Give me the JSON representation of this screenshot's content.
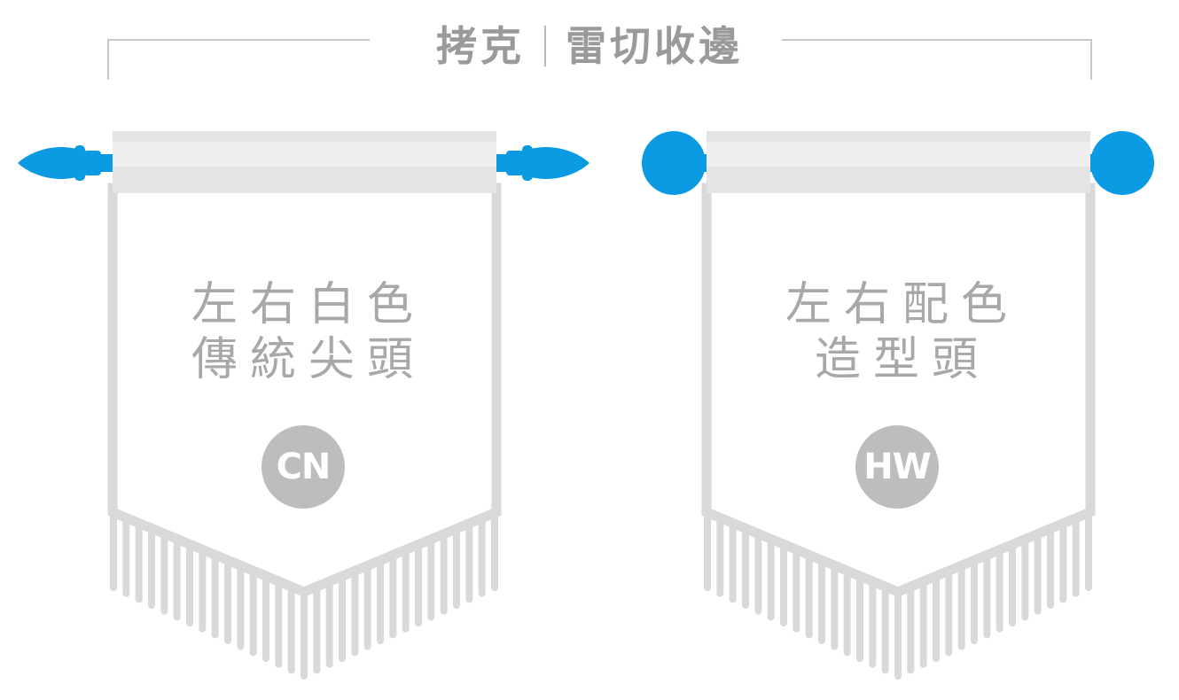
{
  "header": {
    "title_left": "拷克",
    "title_right": "雷切收邊"
  },
  "colors": {
    "accent_blue": "#0a9be2",
    "banner_gray": "#d9d9d9",
    "text_gray": "#a8a8a8",
    "badge_gray": "#bdbdbd"
  },
  "banners": [
    {
      "line1": "左右白色",
      "line2": "傳統尖頭",
      "badge": "CN",
      "finial_icon": "spear-finial-icon"
    },
    {
      "line1": "左右配色",
      "line2": "造型頭",
      "badge": "HW",
      "finial_icon": "ball-finial-icon"
    }
  ]
}
